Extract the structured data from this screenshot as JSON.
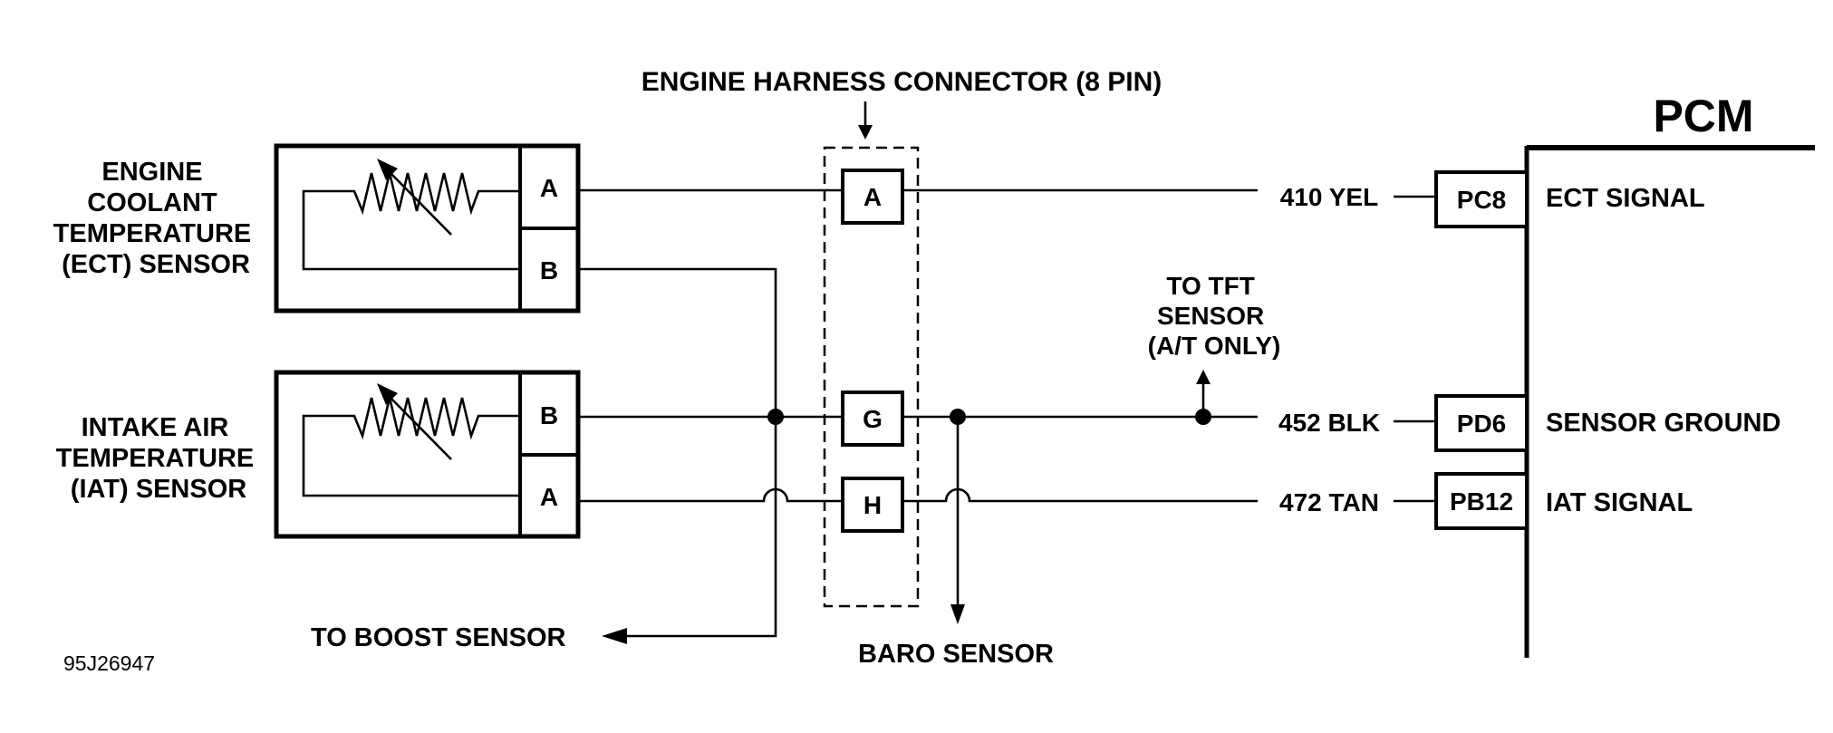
{
  "diagram": {
    "connector_label": "ENGINE HARNESS CONNECTOR (8 PIN)",
    "pcm_label": "PCM",
    "ect_sensor": {
      "lines": [
        "ENGINE",
        "COOLANT",
        "TEMPERATURE",
        "(ECT) SENSOR"
      ],
      "pin_a": "A",
      "pin_b": "B"
    },
    "iat_sensor": {
      "lines": [
        "INTAKE AIR",
        "TEMPERATURE",
        "(IAT) SENSOR"
      ],
      "pin_b": "B",
      "pin_a": "A"
    },
    "harness_pins": [
      "A",
      "G",
      "H"
    ],
    "wires": [
      {
        "id": "410 YEL",
        "pcm_pin": "PC8",
        "signal": "ECT SIGNAL"
      },
      {
        "id": "452 BLK",
        "pcm_pin": "PD6",
        "signal": "SENSOR GROUND"
      },
      {
        "id": "472 TAN",
        "pcm_pin": "PB12",
        "signal": "IAT SIGNAL"
      }
    ],
    "tft_lines": [
      "TO TFT",
      "SENSOR",
      "(A/T ONLY)"
    ],
    "boost_label": "TO  BOOST SENSOR",
    "baro_label": "BARO SENSOR",
    "figure_id": "95J26947"
  }
}
